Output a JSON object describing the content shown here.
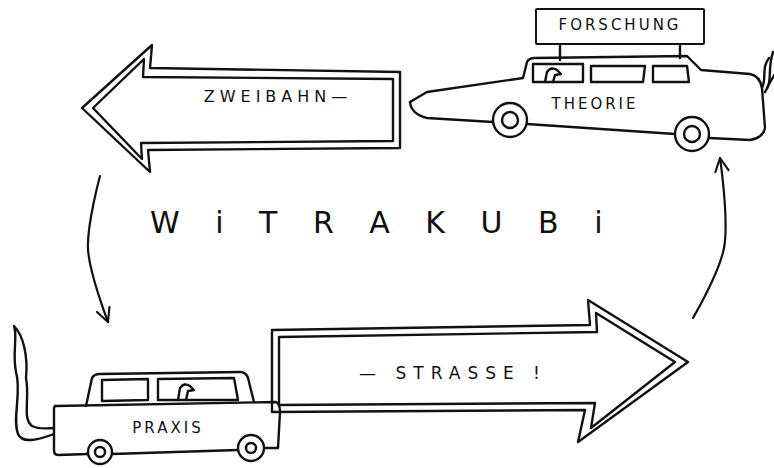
{
  "diagram": {
    "nodes": [
      {
        "text": [
          "ZWEIBAHN—"
        ]
      },
      {
        "text": [
          "FORSCHUNG"
        ]
      },
      {
        "text": [
          "THEORIE"
        ]
      },
      {
        "text": [
          "PRAXIS"
        ]
      },
      {
        "text": [
          "— STRASSE !"
        ]
      }
    ],
    "edges": [
      {
        "from": 0,
        "to": 3,
        "arrow": "to"
      },
      {
        "from": 4,
        "to": 2,
        "arrow": "to"
      }
    ],
    "labels": [
      "W i T R A K U B i"
    ]
  }
}
